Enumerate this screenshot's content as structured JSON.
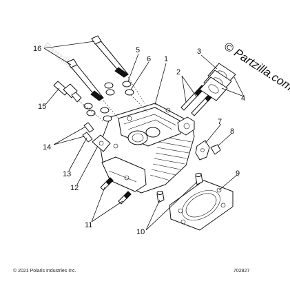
{
  "watermark": {
    "text": "© Partzilla.com",
    "faint_text": "Partzilla.com"
  },
  "callouts": [
    "1",
    "2",
    "3",
    "4",
    "5",
    "6",
    "7",
    "8",
    "9",
    "10",
    "11",
    "12",
    "13",
    "14",
    "15",
    "16"
  ],
  "footer": {
    "copyright": "© 2021 Polaris Industries Inc.",
    "diagram_number": "702827"
  },
  "colors": {
    "line": "#111111",
    "background": "#ffffff",
    "faint_watermark": "#d8d8d8"
  }
}
